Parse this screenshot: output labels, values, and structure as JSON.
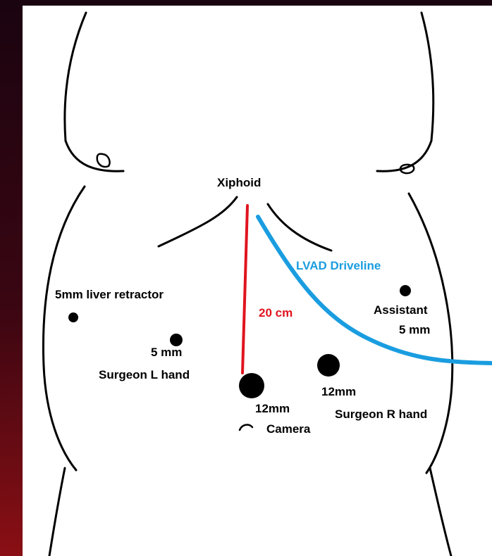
{
  "diagram": {
    "labels": {
      "xiphoid": "Xiphoid",
      "lvad": "LVAD Driveline",
      "distance": "20 cm",
      "liver": "5mm liver retractor",
      "assistant": "Assistant",
      "assistant_size": "5 mm",
      "left_hand_size": "5 mm",
      "left_hand": "Surgeon L hand",
      "right_hand_size": "12mm",
      "right_hand": "Surgeon R hand",
      "camera_size": "12mm",
      "camera": "Camera"
    },
    "colors": {
      "background_dark": "#1a0410",
      "background_red": "#8a0f14",
      "panel": "#ffffff",
      "outline": "#000000",
      "distance": "#e0141e",
      "driveline": "#1a9de0"
    }
  }
}
